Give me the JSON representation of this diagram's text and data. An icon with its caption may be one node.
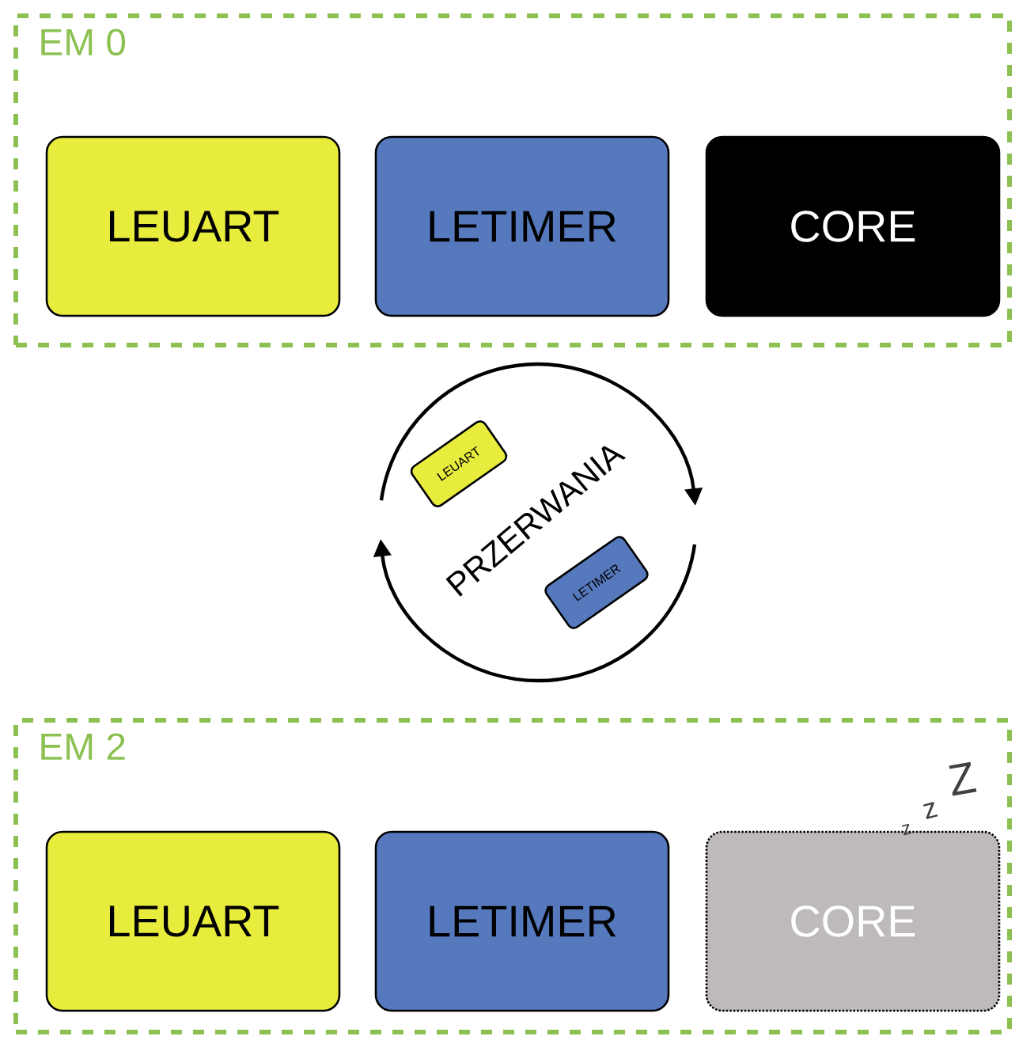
{
  "diagram": {
    "nodes": [
      {
        "text": [
          "EM 0"
        ]
      },
      {
        "text": [
          "LEUART"
        ],
        "in": 0
      },
      {
        "text": [
          "LETIMER"
        ],
        "in": 0
      },
      {
        "text": [
          "CORE"
        ],
        "in": 0
      },
      {
        "text": [
          "LEUART"
        ]
      },
      {
        "text": [
          "LETIMER"
        ]
      },
      {
        "text": [
          "EM 2"
        ]
      },
      {
        "text": [
          "LEUART"
        ],
        "in": 6
      },
      {
        "text": [
          "LETIMER"
        ],
        "in": 6
      },
      {
        "text": [
          "CORE"
        ],
        "in": 6,
        "beside": [
          "z",
          "z",
          "Z"
        ]
      }
    ],
    "labels": [
      "PRZERWANIA"
    ]
  }
}
